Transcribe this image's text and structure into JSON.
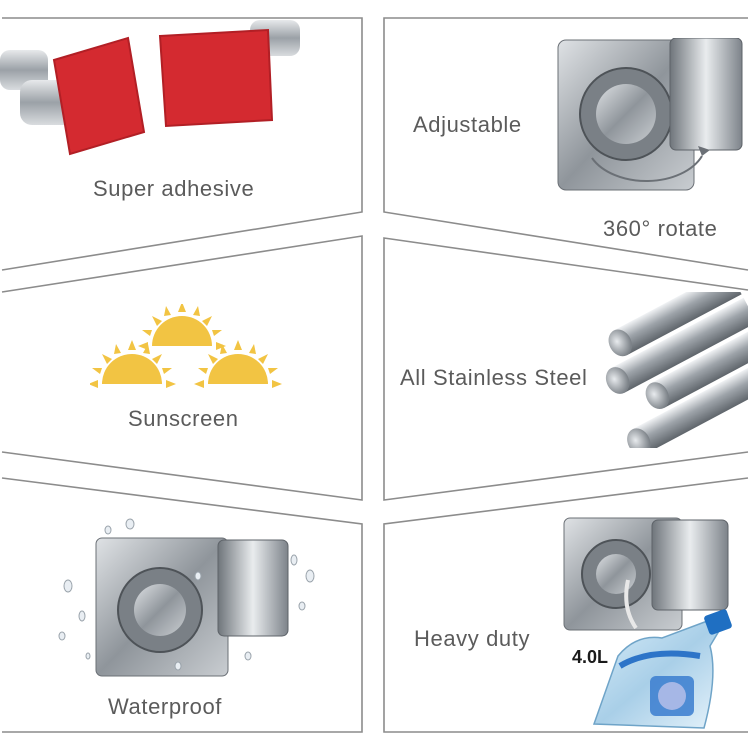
{
  "features": [
    {
      "id": "adhesive",
      "label": "Super adhesive",
      "icon": "red-adhesive-pads"
    },
    {
      "id": "adjustable",
      "label": "Adjustable",
      "icon": "rotating-holder",
      "sub_label": "360° rotate"
    },
    {
      "id": "sunscreen",
      "label": "Sunscreen",
      "icon": "sun-icons"
    },
    {
      "id": "steel",
      "label": "All Stainless Steel",
      "icon": "steel-rods"
    },
    {
      "id": "waterproof",
      "label": "Waterproof",
      "icon": "holder-with-droplets"
    },
    {
      "id": "heavy",
      "label": "Heavy duty",
      "icon": "holder-with-bottle",
      "capacity": "4.0L"
    }
  ],
  "colors": {
    "frame": "#8c8c8c",
    "text": "#5b5b5b",
    "sun": "#f4c842",
    "pad": "#d7262e",
    "steel": "#9aa0a6"
  }
}
